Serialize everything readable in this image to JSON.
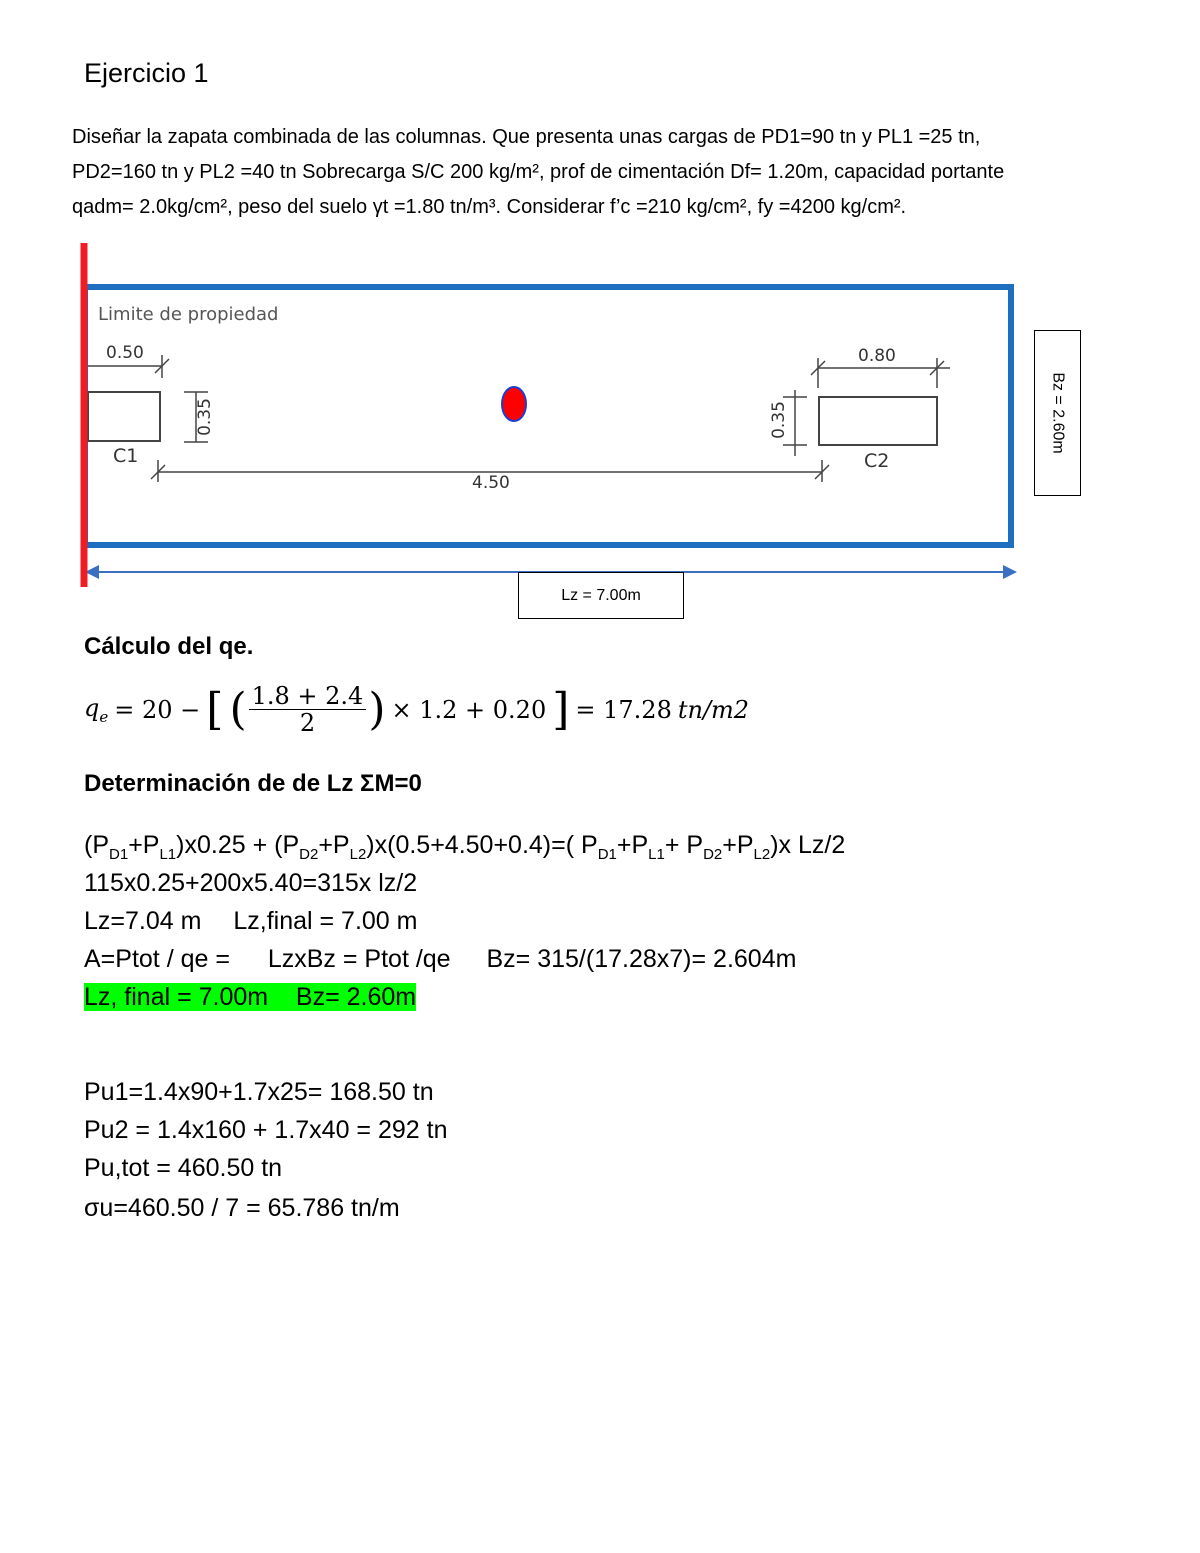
{
  "title": "Ejercicio 1",
  "problem": {
    "p1": "Diseñar la zapata combinada de las columnas. Que presenta unas cargas de PD1=90 tn y PL1 =25 tn,",
    "p2": "PD2=160 tn y PL2 =40 tn Sobrecarga S/C 200 kg/m², prof de cimentación Df= 1.20m, capacidad portante",
    "p3": "qadm= 2.0kg/cm², peso del suelo γt =1.80 tn/m³. Considerar f’c =210 kg/cm², fy =4200 kg/cm²."
  },
  "diagram": {
    "property_limit": "Limite de propiedad",
    "c1_width": "0.50",
    "c1_depth": "0.35",
    "c1_label": "C1",
    "c2_width": "0.80",
    "c2_depth": "0.35",
    "c2_label": "C2",
    "spacing": "4.50",
    "lz_label": "Lz = 7.00m",
    "bz_label": "Bz = 2.60m",
    "colors": {
      "property_line": "#ee1c25",
      "footing": "#1f6fc0",
      "resultant": "#ff0000",
      "resultant_outline": "#1a3fd0"
    }
  },
  "qe": {
    "heading": "Cálculo del qe.",
    "lhs": "q",
    "lhs_sub": "e",
    "part1": "= 20 −",
    "num": "1.8 + 2.4",
    "den": "2",
    "part2": "× 1.2 + 0.20",
    "result": "= 17.28",
    "units": "tn/m2"
  },
  "lz": {
    "heading": "Determinación de de Lz ΣM=0",
    "line2": "115x0.25+200x5.40=315x lz/2",
    "line3a": "Lz=7.04 m",
    "line3b": "Lz,final = 7.00 m",
    "line4a": "A=Ptot / qe  =",
    "line4b": "LzxBz = Ptot /qe",
    "line4c": "Bz= 315/(17.28x7)= 2.604m",
    "highlight": "Lz, final = 7.00m    Bz= 2.60m"
  },
  "pu": {
    "line1": "Pu1=1.4x90+1.7x25= 168.50 tn",
    "line2": "Pu2 = 1.4x160 + 1.7x40 = 292 tn",
    "line3": "Pu,tot = 460.50 tn",
    "line4": "σu=460.50 / 7 = 65.786 tn/m"
  }
}
